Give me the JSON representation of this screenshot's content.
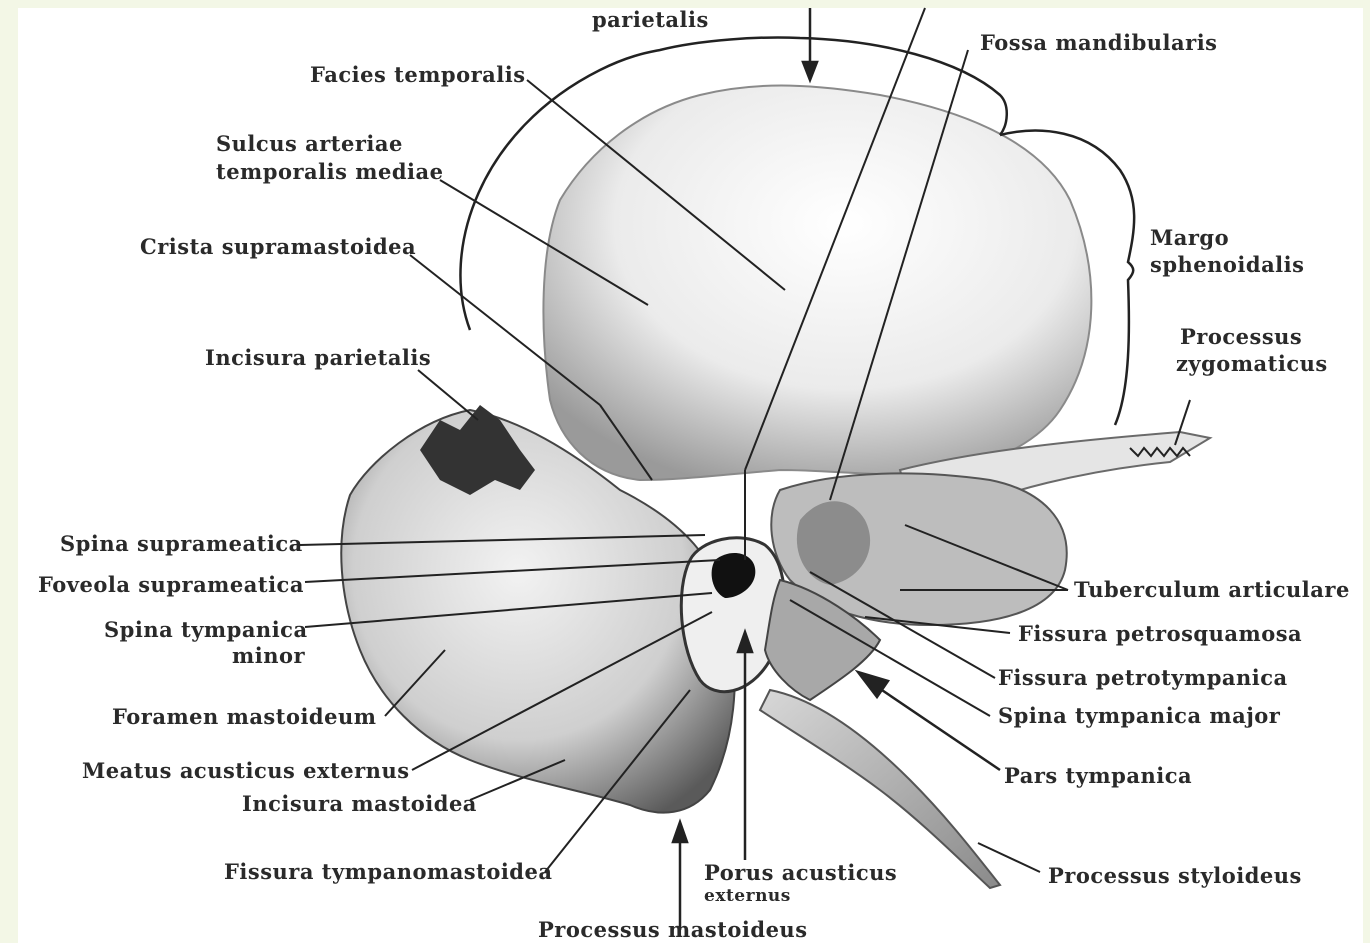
{
  "labels": {
    "parietalis": "parietalis",
    "facies_temporalis": "Facies temporalis",
    "fossa_mandibularis": "Fossa mandibularis",
    "sulcus_line1": "Sulcus arteriae",
    "sulcus_line2": "temporalis mediae",
    "crista_supramastoidea": "Crista supramastoidea",
    "margo_line1": "Margo",
    "margo_line2": "sphenoidalis",
    "processus_zyg_line1": "Processus",
    "processus_zyg_line2": "zygomaticus",
    "incisura_parietalis": "Incisura parietalis",
    "spina_suprameatica": "Spina suprameatica",
    "foveola_suprameatica": "Foveola suprameatica",
    "tuberculum_articulare": "Tuberculum articulare",
    "spina_tymp_minor_line1": "Spina tympanica",
    "spina_tymp_minor_line2": "minor",
    "fissura_petrosquamosa": "Fissura petrosquamosa",
    "fissura_petrotympanica": "Fissura petrotympanica",
    "foramen_mastoideum": "Foramen mastoideum",
    "spina_tymp_major": "Spina tympanica major",
    "meatus_acusticus_externus": "Meatus acusticus externus",
    "pars_tympanica": "Pars tympanica",
    "incisura_mastoidea": "Incisura mastoidea",
    "fissura_tympanomastoidea": "Fissura tympanomastoidea",
    "porus_line1": "Porus acusticus",
    "porus_line2": "externus",
    "processus_styloideus": "Processus styloideus",
    "processus_mastoideus": "Processus mastoideus"
  }
}
